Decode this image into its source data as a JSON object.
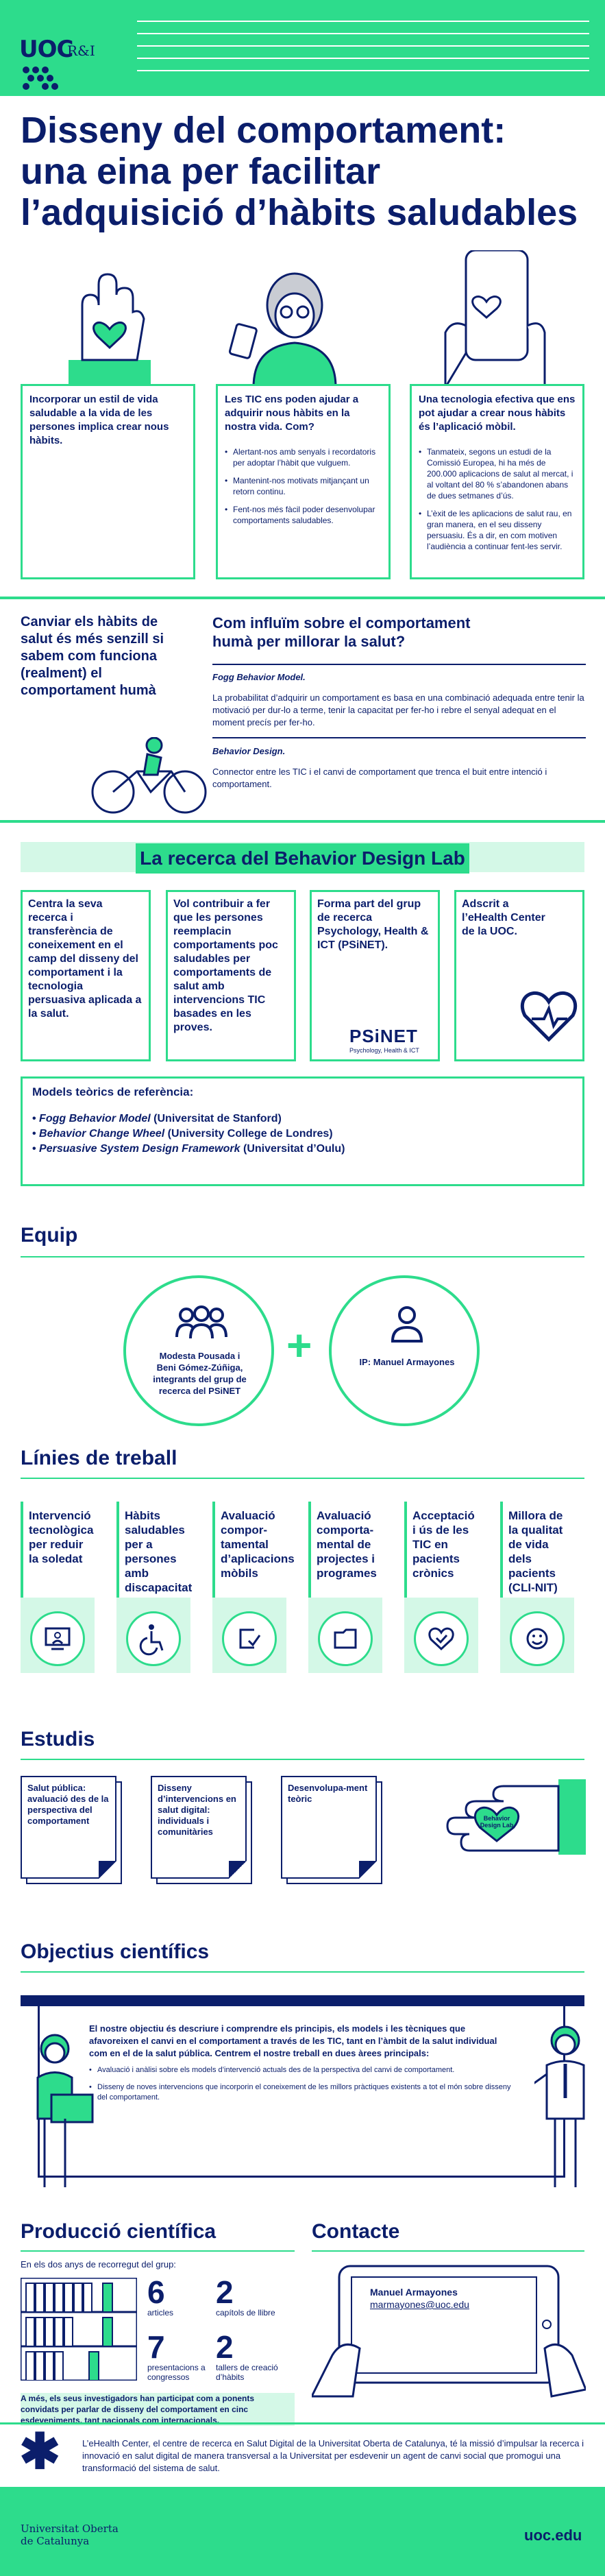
{
  "header": {
    "logo": "UOC",
    "unit": "R&I",
    "bg_color": "#2ddc8c",
    "navy": "#0b1e6b"
  },
  "title": {
    "line1": "Disseny del comportament:",
    "line2": "una eina per facilitar",
    "line3": "l’adquisició d’hàbits saludables"
  },
  "intro_cards": [
    {
      "heading": "Incorporar un estil de vida saludable a la vida de les persones implica crear nous hàbits.",
      "bullets": []
    },
    {
      "heading": "Les TIC ens poden ajudar a adquirir nous hàbits en la nostra vida. Com?",
      "bullets": [
        "Alertant-nos amb senyals i recordatoris per adoptar l’hàbit que vulguem.",
        "Mantenint-nos motivats mitjançant un retorn continu.",
        "Fent-nos més fàcil poder desenvolupar comportaments saludables."
      ]
    },
    {
      "heading": "Una tecnologia efectiva que ens pot ajudar a crear nous hàbits és l’aplicació mòbil.",
      "bullets": [
        "Tanmateix, segons un estudi de la Comissió Europea, hi ha més de 200.000 aplicacions de salut al mercat, i al voltant del 80 % s’abandonen abans de dues setmanes d’ús.",
        "L’èxit de les aplicacions de salut rau, en gran manera, en el seu disseny persuasiu. És a dir, en com motiven l’audiència a continuar fent-les servir."
      ]
    }
  ],
  "behavior": {
    "left_text": "Canviar els hàbits de salut és més senzill si sabem com funciona (realment) el comportament humà",
    "question": "Com influïm sobre el comportament humà per millorar la salut?",
    "fogg_title": "Fogg Behavior Model.",
    "fogg_text": "La probabilitat d’adquirir un comportament es basa en una combinació adequada entre tenir la motivació per dur-lo a terme, tenir la capacitat per fer-ho i rebre el senyal adequat en el moment precís per fer-ho.",
    "bd_title": "Behavior Design.",
    "bd_text": "Connector entre les TIC i el canvi de comportament que trenca el buit entre intenció i comportament."
  },
  "lab": {
    "title": "La recerca del Behavior Design Lab",
    "cards": [
      "Centra la seva recerca i transferència de coneixement en el camp del disseny del comportament i la tecnologia persuasiva aplicada a la salut.",
      "Vol contribuir a fer que les persones reemplacin comportaments poc saludables per comportaments de salut amb intervencions TIC basades en les proves.",
      "Forma part del grup de recerca Psychology, Health & ICT (PSiNET).",
      "Adscrit a l’eHealth Center de la UOC."
    ],
    "psinet_logo": "PSiNET",
    "psinet_sub": "Psychology, Health & ICT",
    "models_title": "Models teòrics de referència:",
    "models": [
      {
        "name": "Fogg Behavior Model",
        "origin": "(Universitat de Stanford)"
      },
      {
        "name": "Behavior Change Wheel",
        "origin": "(University College de Londres)"
      },
      {
        "name": "Persuasive System Design Framework",
        "origin": "(Universitat d’Oulu)"
      }
    ]
  },
  "equip": {
    "title": "Equip",
    "left_text": "Modesta Pousada i Beni Gómez-Zúñiga, integrants del grup de recerca del PSiNET",
    "plus": "+",
    "right_text": "IP: Manuel Armayones"
  },
  "linies": {
    "title": "Línies de treball",
    "items": [
      {
        "label": "Intervenció tecnològica per reduir la soledat",
        "icon": "computer-user-icon"
      },
      {
        "label": "Hàbits saludables per a persones amb discapacitat",
        "icon": "wheelchair-icon"
      },
      {
        "label": "Avaluació compor-tamental d’aplicacions mòbils",
        "icon": "device-check-icon"
      },
      {
        "label": "Avaluació comporta-mental de projectes i programes",
        "icon": "folder-icon"
      },
      {
        "label": "Acceptació i ús de les TIC en pacients crònics",
        "icon": "heart-check-icon"
      },
      {
        "label": "Millora de la qualitat de vida dels pacients (CLI-NIT)",
        "icon": "smile-icon"
      }
    ]
  },
  "estudis": {
    "title": "Estudis",
    "docs": [
      "Salut pública: avaluació des de la perspectiva del comportament",
      "Disseny d’intervencions en salut digital: individuals i comunitàries",
      "Desenvolupa-ment teòric"
    ],
    "heart_label": "Behavior Design Lab"
  },
  "objectius": {
    "title": "Objectius científics",
    "text_pre": "El nostre objectiu és descriure i comprendre els principis, els models i les tècniques que afavoreixen el canvi en el comportament a través de les TIC, tant en l’àmbit de la salut individual com en el de la salut pública. Centrem el nostre treball en dues àrees principals:",
    "bullets": [
      "Avaluació i anàlisi sobre els models d’intervenció actuals des de la perspectiva del canvi de comportament.",
      "Disseny de noves intervencions que incorporin el coneixement de les millors pràctiques existents a tot el món sobre disseny del comportament."
    ]
  },
  "produccio": {
    "title": "Producció científica",
    "intro": "En els dos anys de recorregut del grup:",
    "stats": [
      {
        "value": "6",
        "label": "articles"
      },
      {
        "value": "2",
        "label": "capítols de llibre"
      },
      {
        "value": "7",
        "label": "presentacions a congressos"
      },
      {
        "value": "2",
        "label": "tallers de creació d’hàbits"
      }
    ],
    "note": "A més, els seus investigadors han participat com a ponents convidats per parlar de disseny del comportament en cinc esdeveniments, tant nacionals com internacionals."
  },
  "contacte": {
    "title": "Contacte",
    "name": "Manuel Armayones",
    "email": "marmayones@uoc.edu"
  },
  "ehealth": {
    "text": "L’eHealth Center, el centre de recerca en Salut Digital de la Universitat Oberta de Catalunya, té la missió d’impulsar la recerca i innovació en salut digital de manera transversal a la Universitat per esdevenir un agent de canvi social que promogui una transformació del sistema de salut."
  },
  "footer": {
    "univ_line1": "Universitat Oberta",
    "univ_line2": "de Catalunya",
    "url": "uoc.edu"
  }
}
